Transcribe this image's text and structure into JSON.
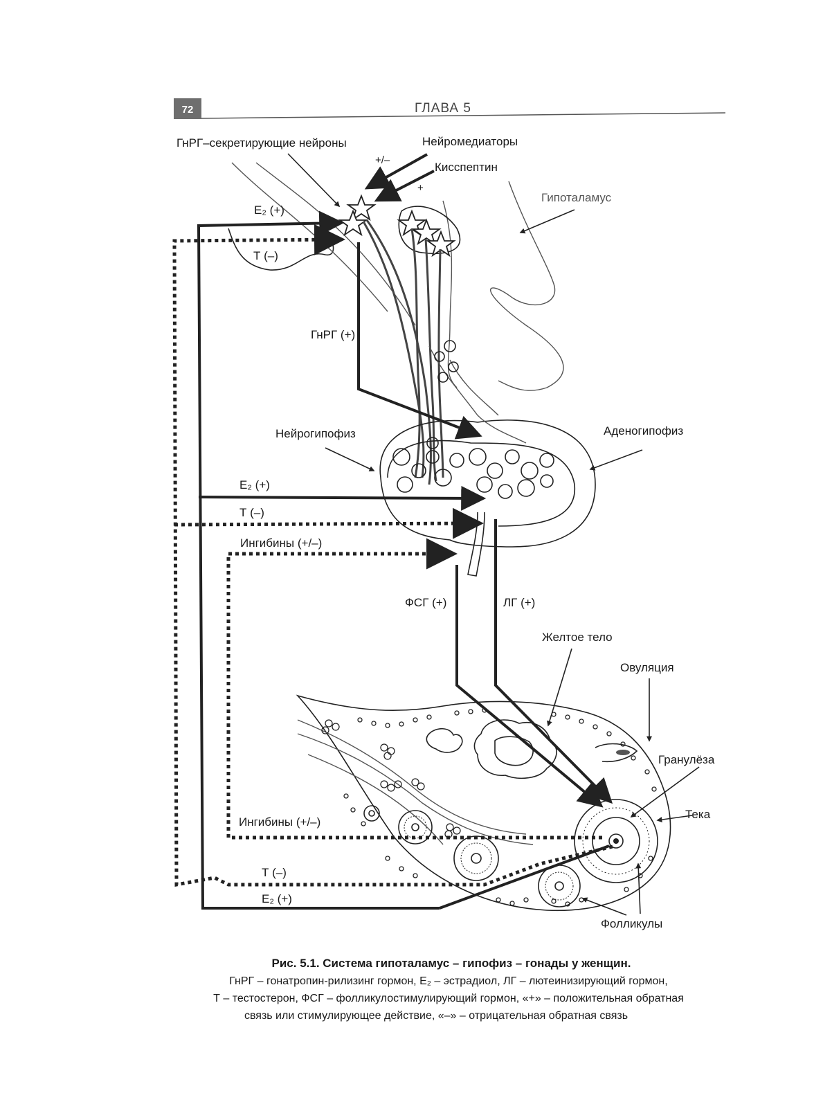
{
  "header": {
    "page_number": "72",
    "chapter": "ГЛАВА 5"
  },
  "labels": {
    "gnrh_neurons": "ГнРГ–секретирующие нейроны",
    "neuromediators": "Нейромедиаторы",
    "plus_minus": "+/–",
    "kisspeptin": "Кисспептин",
    "plus": "+",
    "hypothalamus": "Гипоталамус",
    "e2_plus_top": "E₂ (+)",
    "t_minus_top": "Т (–)",
    "gnrh_plus": "ГнРГ (+)",
    "neurohypophysis": "Нейрогипофиз",
    "adenohypophysis": "Аденогипофиз",
    "e2_plus_mid": "E₂ (+)",
    "t_minus_mid": "Т (–)",
    "inhibins_top": "Ингибины (+/–)",
    "fsh_plus": "ФСГ (+)",
    "lh_plus": "ЛГ (+)",
    "corpus_luteum": "Желтое тело",
    "ovulation": "Овуляция",
    "granulosa": "Гранулёза",
    "theca": "Тека",
    "inhibins_bottom": "Ингибины (+/–)",
    "t_minus_bottom": "Т (–)",
    "e2_plus_bottom": "E₂ (+)",
    "follicles": "Фолликулы"
  },
  "caption": {
    "title": "Рис. 5.1. Система гипоталамус – гипофиз – гонады у женщин.",
    "line1": "ГнРГ – гонатропин-рилизинг гормон, E₂ – эстрадиол, ЛГ – лютеинизирующий гормон,",
    "line2": "Т – тестостерон, ФСГ – фолликулостимулирующий гормон, «+» – положительная обратная",
    "line3": "связь или стимулирующее действие, «–» – отрицательная обратная связь"
  },
  "colors": {
    "page_badge": "#6e6e6e",
    "ink": "#222222",
    "gray_ink": "#555555"
  },
  "icons": {
    "neuron": "star-neuron-icon",
    "arrowhead": "arrowhead-icon"
  }
}
